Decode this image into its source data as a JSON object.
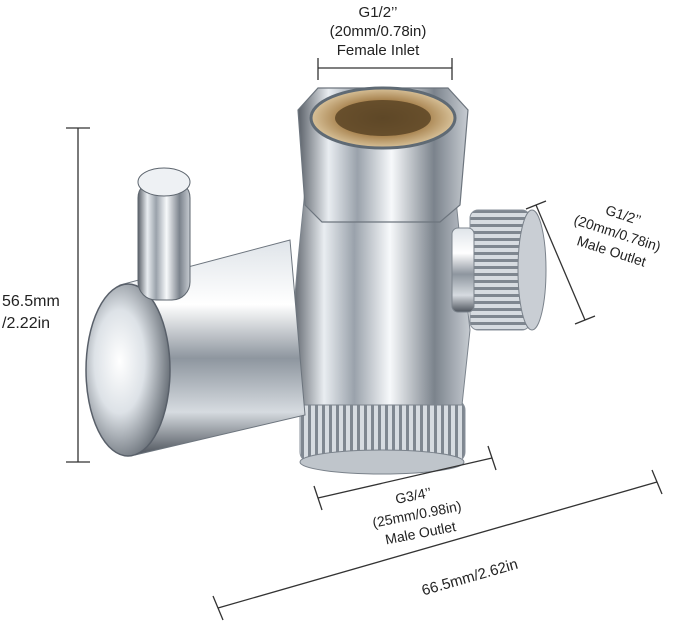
{
  "labels": {
    "top": {
      "line1": "G1/2’’",
      "line2": "(20mm/0.78in)",
      "line3": "Female Inlet"
    },
    "right": {
      "line1": "G1/2’’",
      "line2": "(20mm/0.78in)",
      "line3": "Male Outlet"
    },
    "bottom": {
      "line1": "G3/4’’",
      "line2": "(25mm/0.98in)",
      "line3": "Male Outlet"
    },
    "height": {
      "line1": "56.5mm",
      "line2": "/2.22in"
    },
    "width": {
      "line1": "66.5mm/2.62in"
    }
  },
  "colors": {
    "chrome_light": "#f4f6f8",
    "chrome_mid": "#b9c0c7",
    "chrome_dark": "#4a5058",
    "brass": "#b08c5a",
    "dimension_line": "#333333"
  }
}
